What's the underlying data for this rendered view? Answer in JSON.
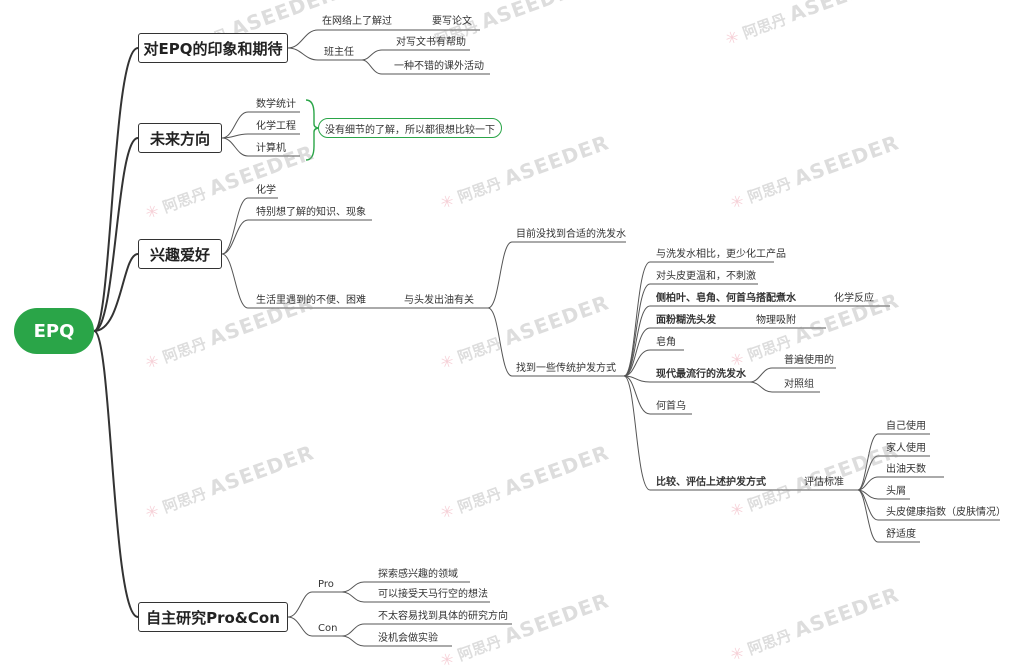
{
  "root": "EPQ",
  "branches": {
    "impression": "对EPQ的印象和期待",
    "future": "未来方向",
    "interest": "兴趣爱好",
    "research": "自主研究Pro&Con"
  },
  "impression": {
    "online": "在网络上了解过",
    "essay": "要写论文",
    "teacher": "班主任",
    "writing": "对写文书有帮助",
    "activity": "一种不错的课外活动"
  },
  "future": {
    "items": [
      "数学统计",
      "化学工程",
      "计算机"
    ],
    "note": "没有细节的了解，所以都很想比较一下"
  },
  "interest": {
    "chem": "化学",
    "knowledge": "特别想了解的知识、现象",
    "inconvenience": "生活里遇到的不便、困难",
    "hair_oil": "与头发出油有关",
    "no_shampoo": "目前没找到合适的洗发水",
    "traditional": "找到一些传统护发方式",
    "less_chem": "与洗发水相比，更少化工产品",
    "mild": "对头皮更温和，不刺激",
    "boil": "侧柏叶、皂角、何首乌搭配煮水",
    "chem_reaction": "化学反应",
    "powder": "面粉糊洗头发",
    "absorb": "物理吸附",
    "saponin": "皂角",
    "modern": "现代最流行的洗发水",
    "common_use": "普遍使用的",
    "control": "对照组",
    "heshouwu": "何首乌",
    "compare": "比较、评估上述护发方式",
    "criteria_label": "评估标准",
    "criteria": [
      "自己使用",
      "家人使用",
      "出油天数",
      "头屑",
      "头皮健康指数（皮肤情况）",
      "舒适度"
    ]
  },
  "research": {
    "pro": "Pro",
    "con": "Con",
    "pro_items": [
      "探索感兴趣的领域",
      "可以接受天马行空的想法"
    ],
    "con_items": [
      "不太容易找到具体的研究方向",
      "没机会做实验"
    ]
  },
  "watermark": {
    "cn": "阿思丹",
    "en": "ASEEDER",
    "star": "✳"
  }
}
